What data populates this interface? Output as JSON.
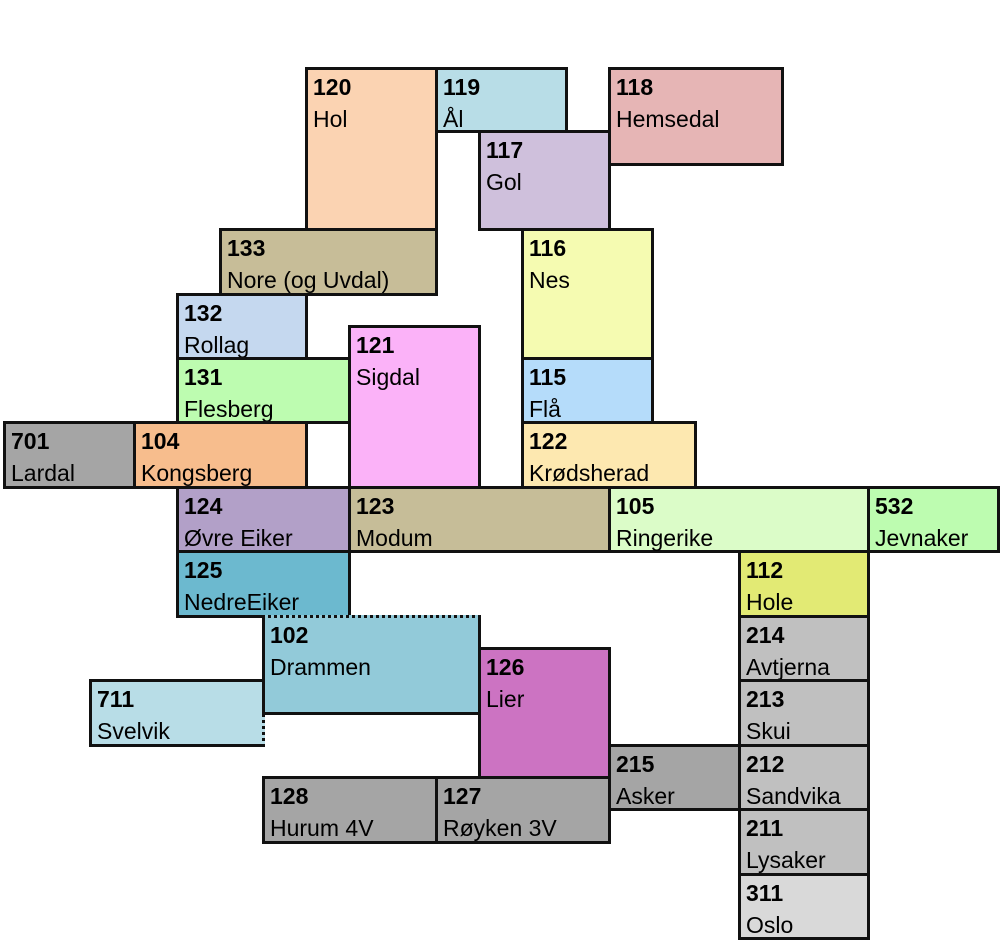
{
  "zones": [
    {
      "code": "120",
      "name": "Hol",
      "color": "#fbd3b2"
    },
    {
      "code": "119",
      "name": "Ål",
      "color": "#b8dde7"
    },
    {
      "code": "118",
      "name": "Hemsedal",
      "color": "#e6b5b5"
    },
    {
      "code": "117",
      "name": "Gol",
      "color": "#cfc0dc"
    },
    {
      "code": "133",
      "name": "Nore (og Uvdal)",
      "color": "#c7bd98"
    },
    {
      "code": "116",
      "name": "Nes",
      "color": "#f5fbb1"
    },
    {
      "code": "132",
      "name": "Rollag",
      "color": "#c5d8ef"
    },
    {
      "code": "121",
      "name": "Sigdal",
      "color": "#fbb2f8"
    },
    {
      "code": "131",
      "name": "Flesberg",
      "color": "#bdfcb0"
    },
    {
      "code": "115",
      "name": "Flå",
      "color": "#b5dcfa"
    },
    {
      "code": "701",
      "name": "Lardal",
      "color": "#a5a5a5"
    },
    {
      "code": "104",
      "name": "Kongsberg",
      "color": "#f7bd8d"
    },
    {
      "code": "122",
      "name": "Krødsherad",
      "color": "#fde8b0"
    },
    {
      "code": "124",
      "name": "Øvre Eiker",
      "color": "#b2a0c8"
    },
    {
      "code": "123",
      "name": "Modum",
      "color": "#c6bd98"
    },
    {
      "code": "105",
      "name": "Ringerike",
      "color": "#dbfcc8"
    },
    {
      "code": "532",
      "name": "Jevnaker",
      "color": "#bdfcb0"
    },
    {
      "code": "125",
      "name": "NedreEiker",
      "color": "#6cb9cf"
    },
    {
      "code": "112",
      "name": "Hole",
      "color": "#e2ea74"
    },
    {
      "code": "102",
      "name": "Drammen",
      "color": "#92cad9"
    },
    {
      "code": "214",
      "name": "Avtjerna",
      "color": "#c0c0c0"
    },
    {
      "code": "126",
      "name": "Lier",
      "color": "#cc73c2"
    },
    {
      "code": "711",
      "name": "Svelvik",
      "color": "#b8dde7"
    },
    {
      "code": "213",
      "name": "Skui",
      "color": "#c0c0c0"
    },
    {
      "code": "215",
      "name": "Asker",
      "color": "#a5a5a5"
    },
    {
      "code": "212",
      "name": "Sandvika",
      "color": "#c0c0c0"
    },
    {
      "code": "128",
      "name": "Hurum 4V",
      "color": "#a5a5a5"
    },
    {
      "code": "127",
      "name": "Røyken 3V",
      "color": "#a5a5a5"
    },
    {
      "code": "211",
      "name": "Lysaker",
      "color": "#c0c0c0"
    },
    {
      "code": "311",
      "name": "Oslo",
      "color": "#d9d9d9"
    }
  ]
}
